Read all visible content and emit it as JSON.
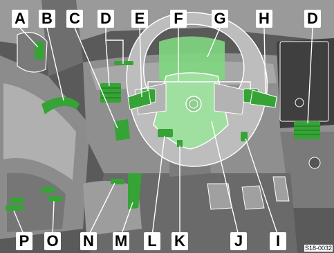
{
  "diagram": {
    "highlight_color": "#7fd67f",
    "highlight_dark": "#36a336",
    "background_dark": "#4d4d4d",
    "background_mid": "#8a8a8a",
    "background_light": "#c8c8c8",
    "line_color": "#ffffff",
    "reference": "S18-0032",
    "labels": {
      "A": "A",
      "B": "B",
      "C": "C",
      "D": "D",
      "D2": "D",
      "E": "E",
      "F": "F",
      "G": "G",
      "H": "H",
      "I": "I",
      "J": "J",
      "K": "K",
      "L": "L",
      "M": "M",
      "N": "N",
      "O": "O",
      "P": "P"
    }
  }
}
